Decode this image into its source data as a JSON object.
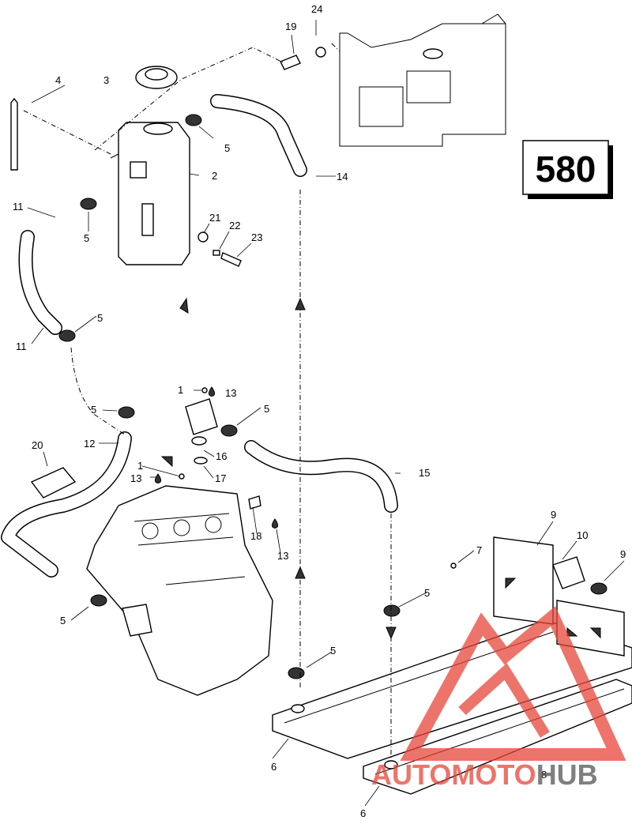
{
  "page_number": "580",
  "callouts": [
    "24",
    "19",
    "4",
    "3",
    "2",
    "5",
    "14",
    "11",
    "21",
    "22",
    "23",
    "1",
    "13",
    "12",
    "20",
    "16",
    "17",
    "15",
    "18",
    "9",
    "10",
    "7",
    "6",
    "8"
  ],
  "watermark": {
    "part1": "AUTO",
    "part2": "MOTO",
    "part3": "HUB",
    "color_red": "#e8463a",
    "color_dark": "#555555"
  }
}
